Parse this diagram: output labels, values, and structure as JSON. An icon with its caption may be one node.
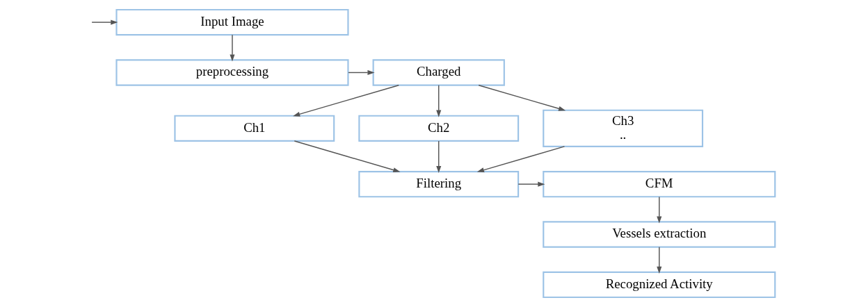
{
  "diagram": {
    "nodes": [
      {
        "text": [
          "Input Image"
        ]
      },
      {
        "text": [
          "preprocessing"
        ]
      },
      {
        "text": [
          "Charged"
        ]
      },
      {
        "text": [
          "Ch1"
        ]
      },
      {
        "text": [
          "Ch2"
        ]
      },
      {
        "text": [
          "Ch3",
          ".."
        ]
      },
      {
        "text": [
          "Filtering"
        ]
      },
      {
        "text": [
          "CFM"
        ]
      },
      {
        "text": [
          "Vessels extraction"
        ]
      },
      {
        "text": [
          "Recognized Activity"
        ]
      }
    ],
    "edges": [
      {
        "from": null,
        "to": 0,
        "arrow": "to"
      },
      {
        "from": 0,
        "to": 1,
        "arrow": "to"
      },
      {
        "from": 1,
        "to": 2,
        "arrow": "to"
      },
      {
        "from": 2,
        "to": 3,
        "arrow": "to"
      },
      {
        "from": 2,
        "to": 4,
        "arrow": "to"
      },
      {
        "from": 2,
        "to": 5,
        "arrow": "to"
      },
      {
        "from": 3,
        "to": 6,
        "arrow": "to"
      },
      {
        "from": 4,
        "to": 6,
        "arrow": "to"
      },
      {
        "from": 5,
        "to": 6,
        "arrow": "to"
      },
      {
        "from": 6,
        "to": 7,
        "arrow": "to"
      },
      {
        "from": 7,
        "to": 8,
        "arrow": "to"
      },
      {
        "from": 8,
        "to": 9,
        "arrow": "to"
      }
    ]
  }
}
